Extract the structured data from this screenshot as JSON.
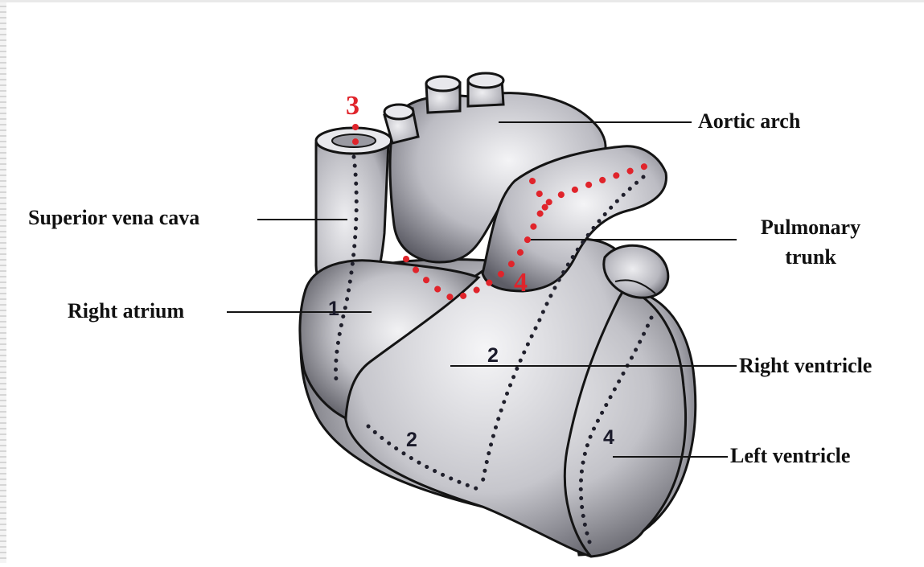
{
  "labels": {
    "aortic_arch": "Aortic arch",
    "superior_vena_cava": "Superior vena cava",
    "pulmonary_trunk_line1": "Pulmonary",
    "pulmonary_trunk_line2": "trunk",
    "right_atrium": "Right atrium",
    "right_ventricle": "Right ventricle",
    "left_ventricle": "Left ventricle"
  },
  "markers": {
    "red_top": "3",
    "red_middle": "4",
    "right_atrium_num": "1",
    "right_ventricle_num": "2",
    "lower_right_ventricle_num": "2",
    "left_ventricle_num": "4"
  },
  "colors": {
    "heart_fill": "#c9c9cf",
    "heart_outline": "#141414",
    "dark_dots": "#20202c",
    "red_dots": "#e0242b",
    "text": "#111111"
  }
}
